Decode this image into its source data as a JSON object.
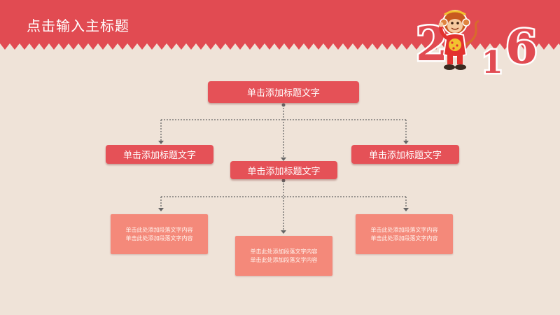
{
  "header": {
    "title": "点击输入主标题",
    "year_digits": [
      "2",
      "1",
      "6"
    ]
  },
  "diagram": {
    "root": "单击添加标题文字",
    "level2": [
      "单击添加标题文字",
      "单击添加标题文字",
      "单击添加标题文字"
    ],
    "level3": [
      [
        "单击此处添加段落文字内容",
        "单击此处添加段落文字内容"
      ],
      [
        "单击此处添加段落文字内容",
        "单击此处添加段落文字内容"
      ],
      [
        "单击此处添加段落文字内容",
        "单击此处添加段落文字内容"
      ]
    ]
  },
  "colors": {
    "header_red": "#e14b52",
    "background": "#efe3d8",
    "title_box": "#e55157",
    "text_box": "#f4897a",
    "connector": "#666666"
  },
  "icons": {
    "logo": "monkey-mascot-2016-icon"
  }
}
